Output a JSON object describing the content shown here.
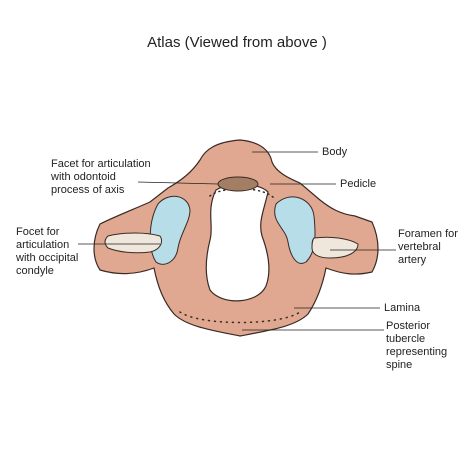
{
  "title": "Atlas (Viewed from above )",
  "labels": {
    "body": "Body",
    "pedicle": "Pedicle",
    "facet_odontoid": "Facet for articulation\nwith odontoid\nprocess of axis",
    "facet_condyle": "Focet for\narticulation\nwith occipital\ncondyle",
    "foramen": "Foramen for\nvertebral\nartery",
    "lamina": "Lamina",
    "posterior_tubercle": "Posterior\ntubercle\nrepresenting\nspine"
  },
  "colors": {
    "bone": "#e0a890",
    "bone_outline": "#3a2a25",
    "facet": "#b6dde8",
    "foramen_fill": "#efe6dc",
    "odontoid_facet": "#a47e64",
    "hole": "#ffffff",
    "leader": "#222222"
  }
}
